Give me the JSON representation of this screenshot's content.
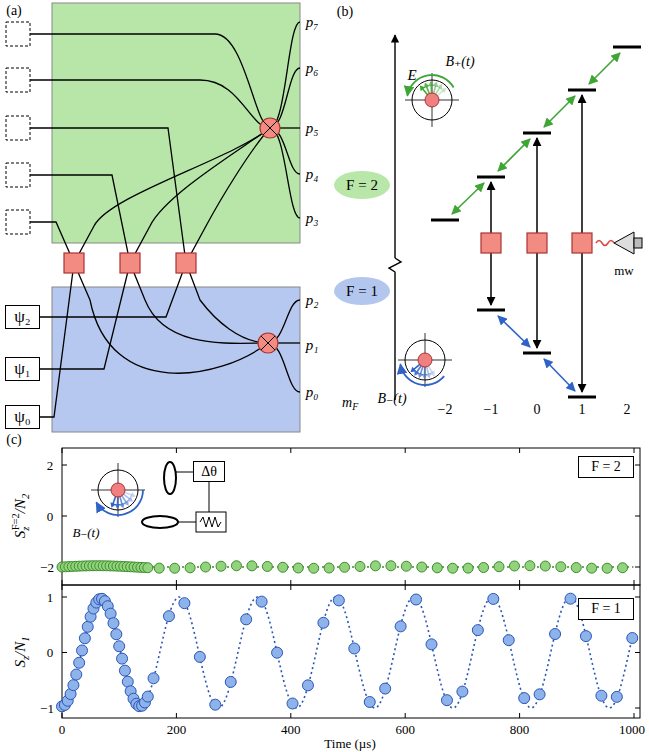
{
  "diagram": {
    "nodes": [
      {
        "text": [
          "ψ₂"
        ]
      },
      {
        "text": [
          "ψ₁"
        ]
      },
      {
        "text": [
          "ψ₀"
        ]
      },
      {
        "text": [
          "F = 2"
        ]
      },
      {
        "text": [
          "F = 1"
        ]
      },
      {
        "text": [
          "F = 2"
        ]
      },
      {
        "text": [
          "F = 1"
        ]
      },
      {
        "text": [
          "Δθ"
        ]
      }
    ],
    "labels": [
      "(a)",
      "p₇",
      "p₆",
      "p₅",
      "p₄",
      "p₃",
      "p₂",
      "p₁",
      "p₀",
      "(b)",
      "E",
      "B₊(t)",
      "mw",
      "B₋(t)",
      "m",
      "F",
      "−2",
      "−1",
      "0",
      "1",
      "2",
      "(c)",
      "S",
      "z",
      "F=2",
      "/N",
      "2",
      "S",
      "z",
      "/N",
      "1",
      "2",
      "0",
      "−2",
      "1",
      "0",
      "−1",
      "0",
      "200",
      "400",
      "600",
      "800",
      "1000",
      "Time (µs)",
      "B₋(t)"
    ]
  }
}
